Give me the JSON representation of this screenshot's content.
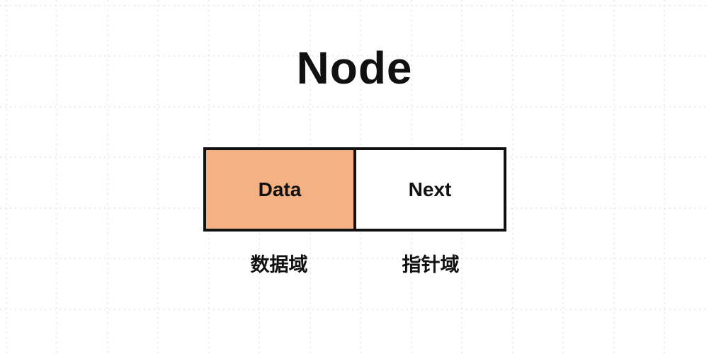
{
  "title": "Node",
  "node_box": {
    "cells": [
      {
        "label": "Data",
        "fill": "#F4B183"
      },
      {
        "label": "Next",
        "fill": "#FFFFFF"
      }
    ],
    "border_color": "#111111"
  },
  "captions": [
    {
      "text": "数据域"
    },
    {
      "text": "指针域"
    }
  ],
  "background": {
    "color": "#FFFFFF",
    "grid_color": "#D9D9D9",
    "grid_style": "dotted"
  }
}
